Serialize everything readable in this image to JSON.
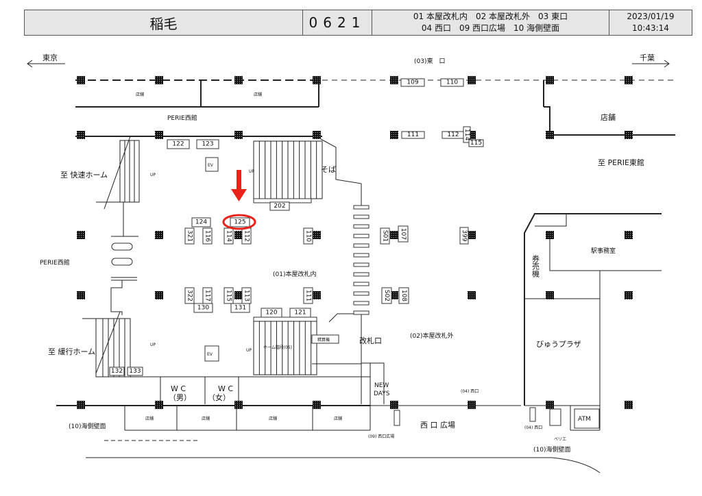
{
  "header": {
    "station_name": "稲毛",
    "station_code": "0621",
    "exits_line1": "01 本屋改札内　02 本屋改札外　03 東口",
    "exits_line2": "04 西口　09 西口広場　10 海側壁面",
    "date": "2023/01/19",
    "time": "10:43:14"
  },
  "map": {
    "direction_left": "東京",
    "direction_right": "千葉",
    "east_exit": "(03)東　口",
    "shop": "店舗",
    "perie_west_top": "PERIE西館",
    "perie_west_left": "PERIE西館",
    "to_perie_east": "至 PERIE東館",
    "to_rapid_platform": "至 快速ホーム",
    "to_local_platform": "至 緩行ホーム",
    "up": "UP",
    "ev": "EV",
    "soba": "そば",
    "station_office": "駅事務室",
    "ticket_machine": "券売機",
    "area_01": "(01)本屋改札内",
    "area_02": "(02)本屋改札外",
    "ticket_gate": "改札口",
    "view_plaza": "びゅうプラザ",
    "platform_stairs": "ホーム階段(05)",
    "fare_adjust": "精算機",
    "newdays_1": "NEW",
    "newdays_2": "DAYS",
    "wc": "W C",
    "wc_men": "（男）",
    "wc_women": "（女）",
    "west_exit_small": "(04) 西口",
    "west_plaza": "西 口 広場",
    "west_plaza_small": "(09) 西口広場",
    "atm": "ATM",
    "perie": "ペリエ",
    "sea_wall": "(10)海側壁面",
    "boxes": [
      "109",
      "110",
      "111",
      "112",
      "114",
      "115",
      "122",
      "123",
      "124",
      "125",
      "202",
      "321",
      "116",
      "114",
      "112",
      "110",
      "S01",
      "107",
      "399",
      "322",
      "117",
      "115",
      "113",
      "111",
      "S02",
      "108",
      "130",
      "131",
      "120",
      "121",
      "132",
      "133"
    ],
    "highlight_color": "#e8231a"
  }
}
